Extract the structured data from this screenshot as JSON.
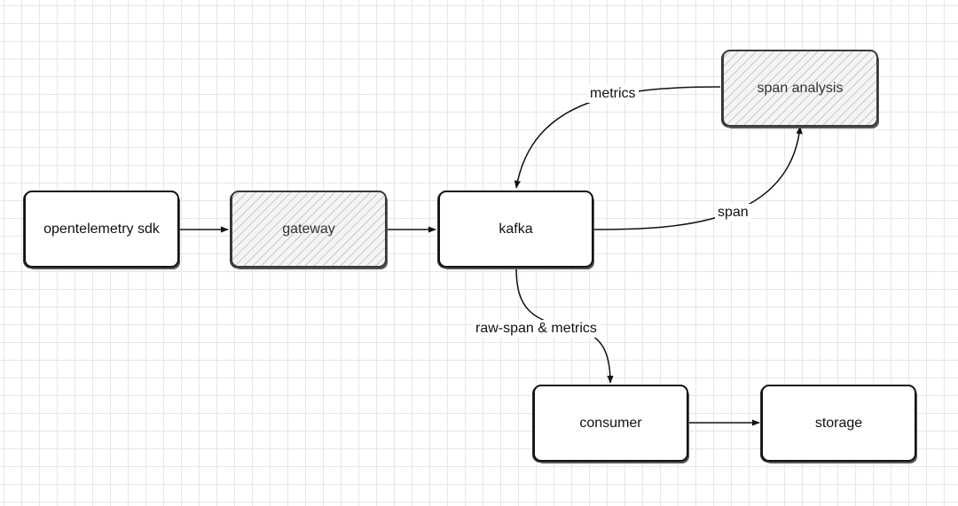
{
  "nodes": {
    "sdk": {
      "label": "opentelemetry sdk"
    },
    "gateway": {
      "label": "gateway"
    },
    "kafka": {
      "label": "kafka"
    },
    "span_analysis": {
      "label": "span analysis"
    },
    "consumer": {
      "label": "consumer"
    },
    "storage": {
      "label": "storage"
    }
  },
  "edges": {
    "metrics": {
      "label": "metrics"
    },
    "span": {
      "label": "span"
    },
    "raw_span_metrics": {
      "label": "raw-span & metrics"
    }
  },
  "colors": {
    "stroke": "#111111",
    "hatch": "#c9c9c9",
    "grid": "#e6e6e6"
  }
}
